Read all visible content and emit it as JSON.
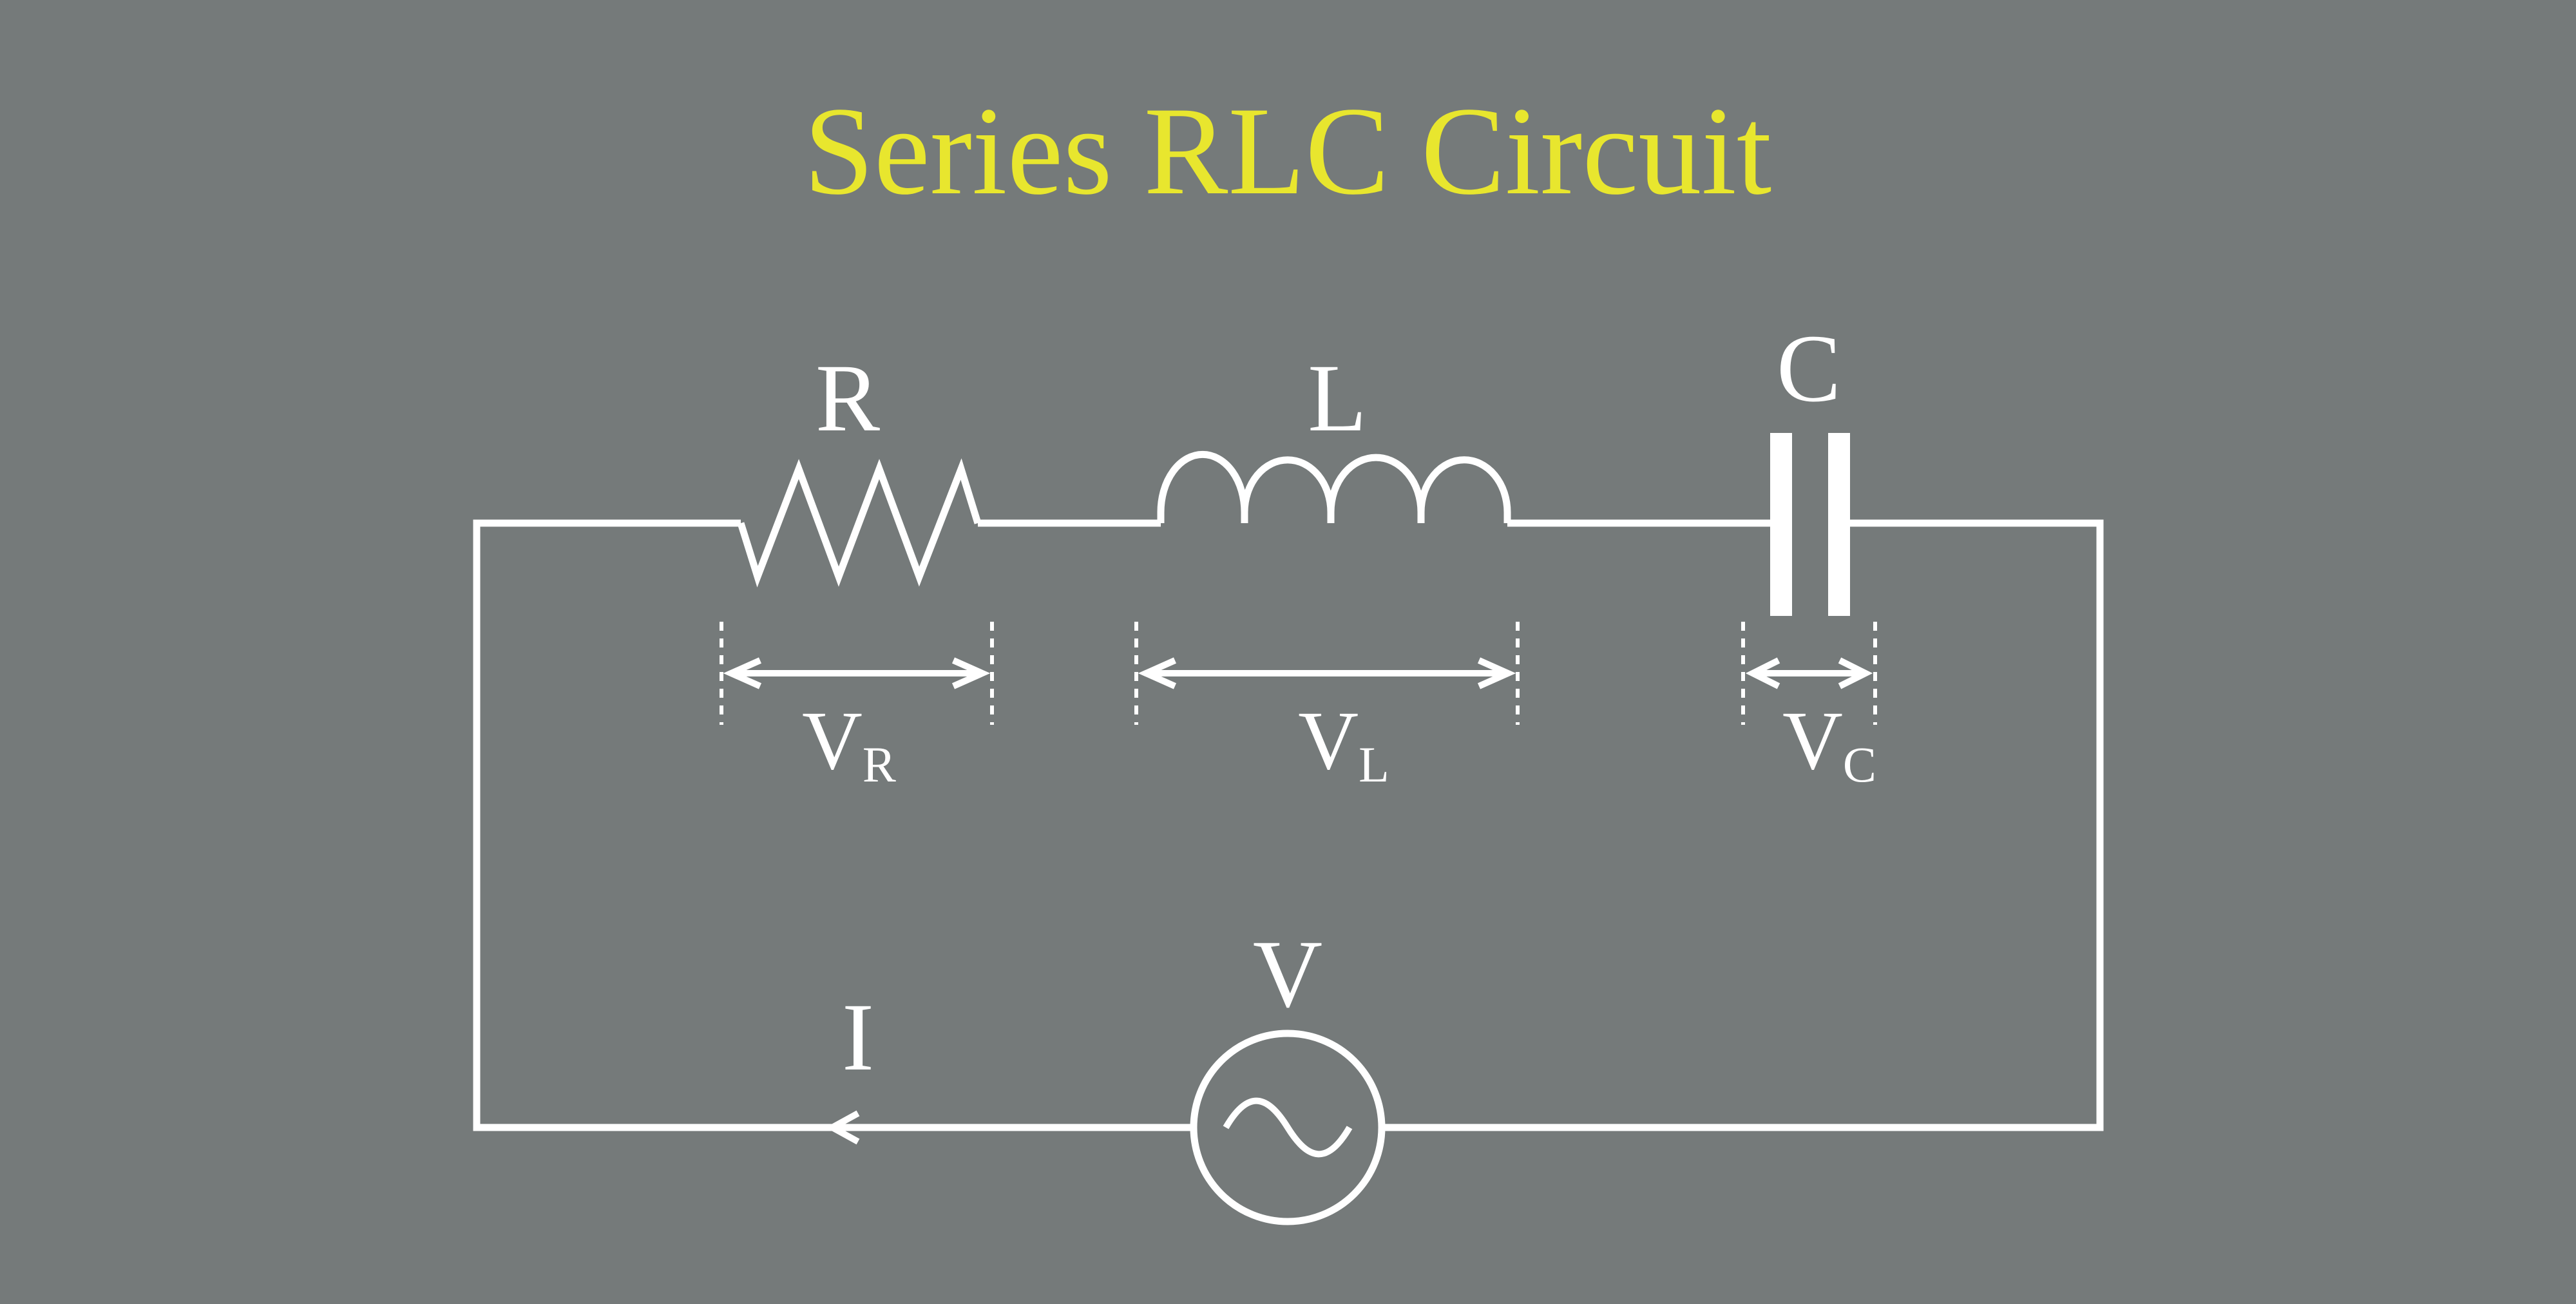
{
  "title": "Series RLC Circuit",
  "colors": {
    "background": "#757a7a",
    "title": "#e8e62e",
    "lines": "#ffffff"
  },
  "labels": {
    "resistor": "R",
    "inductor": "L",
    "capacitor": "C",
    "source": "V",
    "current": "I",
    "vr_main": "V",
    "vr_sub": "R",
    "vl_main": "V",
    "vl_sub": "L",
    "vc_main": "V",
    "vc_sub": "C"
  },
  "icons": {
    "source": "ac-source-icon",
    "resistor": "resistor-zigzag-icon",
    "inductor": "inductor-coil-icon",
    "capacitor": "capacitor-plates-icon"
  }
}
